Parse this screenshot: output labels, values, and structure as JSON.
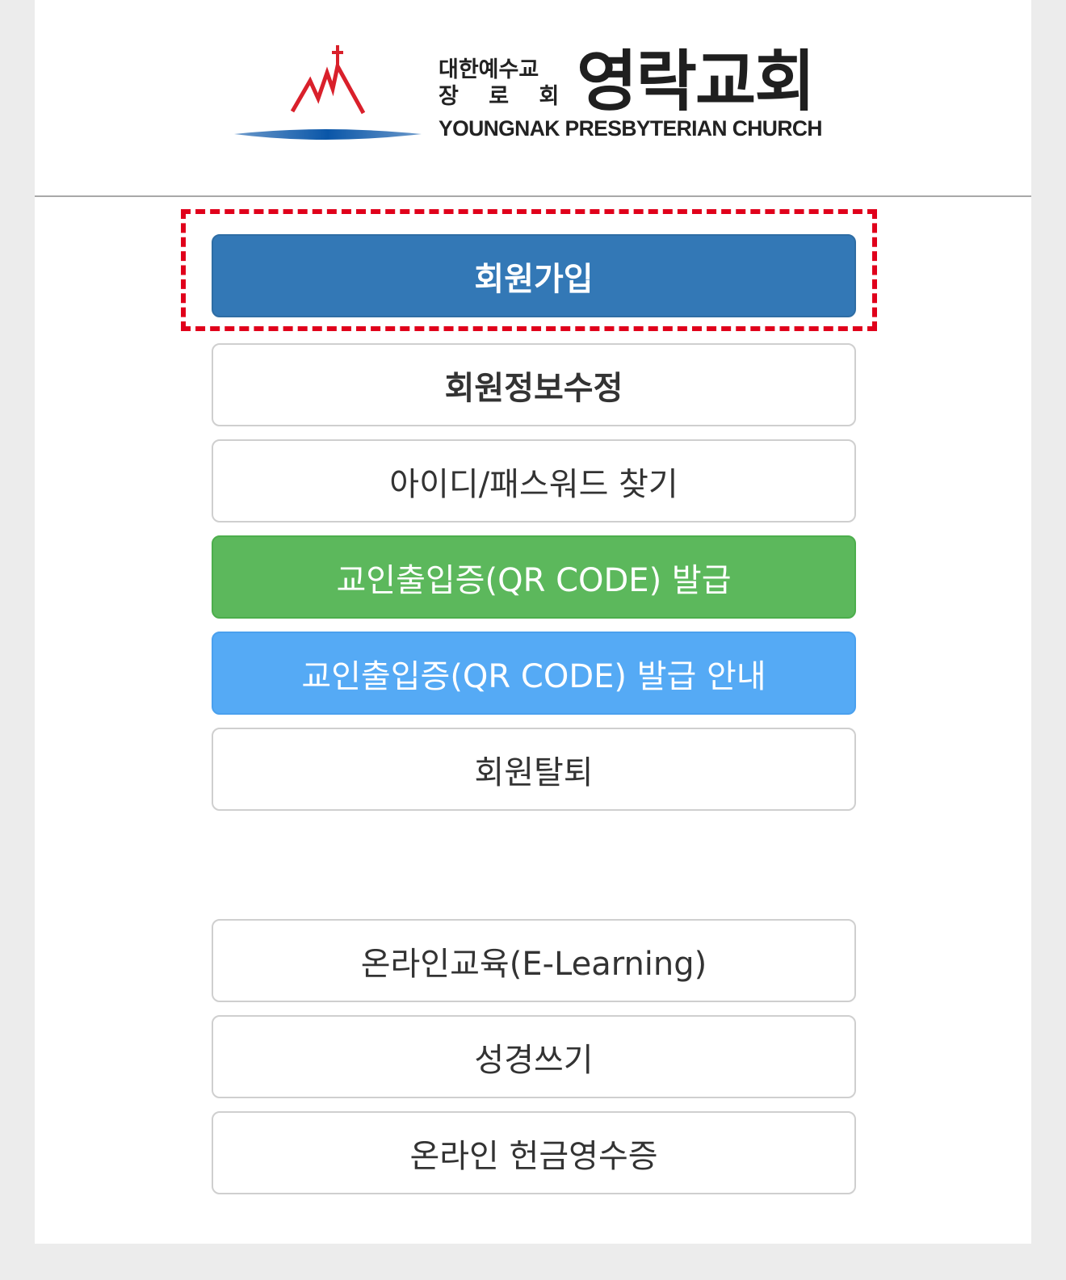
{
  "header": {
    "denomination_line1": "대한예수교",
    "denomination_line2": "장 로 회",
    "church_name_ko": "영락교회",
    "church_name_en": "YOUNGNAK PRESBYTERIAN CHURCH",
    "colors": {
      "logo_red": "#d9202b",
      "logo_blue": "#0a56a8"
    }
  },
  "menu": {
    "signup": "회원가입",
    "edit_profile": "회원정보수정",
    "find_account": "아이디/패스워드 찾기",
    "issue_qr": "교인출입증(QR CODE) 발급",
    "qr_guide": "교인출입증(QR CODE) 발급 안내",
    "withdraw": "회원탈퇴",
    "e_learning": "온라인교육(E-Learning)",
    "bible_writing": "성경쓰기",
    "donation_receipt": "온라인 헌금영수증"
  },
  "colors": {
    "primary": "#3378b6",
    "success": "#5cb85c",
    "info": "#55aaf5",
    "highlight": "#e0001b"
  }
}
